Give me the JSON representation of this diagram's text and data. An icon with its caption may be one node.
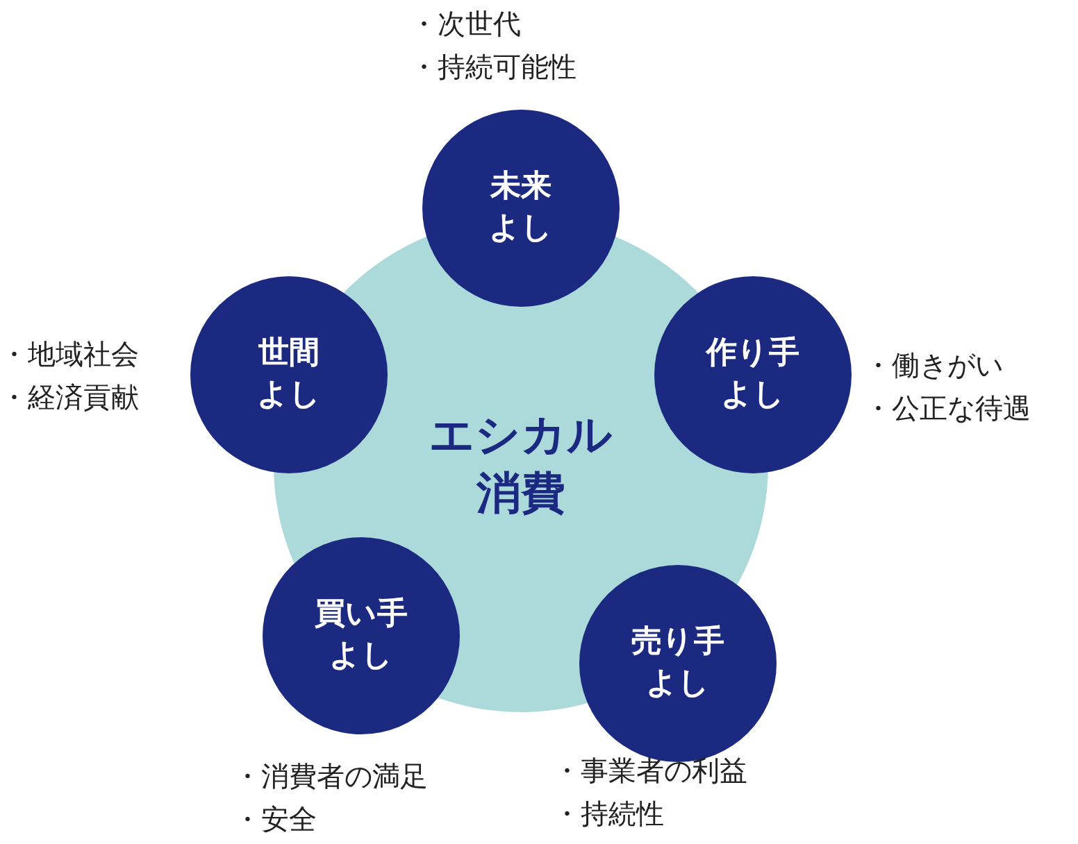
{
  "diagram": {
    "nodes": [
      {
        "text": [
          "エシカル消費"
        ]
      },
      {
        "text": [
          "未来",
          "よし"
        ],
        "beside": [
          "・次世代",
          "・持続可能性"
        ]
      },
      {
        "text": [
          "世間",
          "よし"
        ],
        "beside": [
          "・地域社会",
          "・経済貢献"
        ]
      },
      {
        "text": [
          "作り手",
          "よし"
        ],
        "beside": [
          "・働きがい",
          "・公正な待遇"
        ]
      },
      {
        "text": [
          "買い手",
          "よし"
        ],
        "beside": [
          "・消費者の満足",
          "・安全"
        ]
      },
      {
        "text": [
          "売り手",
          "よし"
        ],
        "beside": [
          "・事業者の利益",
          "・持続性"
        ]
      }
    ]
  }
}
